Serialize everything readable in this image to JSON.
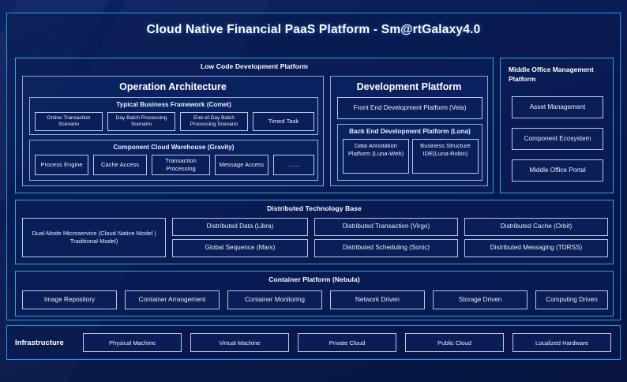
{
  "title": "Cloud Native Financial PaaS Platform - Sm@rtGalaxy4.0",
  "colors": {
    "background": "#0a1f5c",
    "accent_border": "#2196f3",
    "section_border": "#29a8e0",
    "panel_border": "#8fa4cf",
    "chip_border": "#b9c8e8",
    "text": "#ffffff"
  },
  "low_code": {
    "title": "Low Code Development Platform",
    "operation_architecture": {
      "title": "Operation Architecture",
      "typical_business_framework": {
        "title": "Typical Business Framework (Comet)",
        "items": [
          "Online Transaction Scenario",
          "Day Batch Processing Scenario",
          "End-of-Day Batch Processing Scenario",
          "Timed Task"
        ]
      },
      "component_cloud_warehouse": {
        "title": "Component Cloud Warehouse (Gravity)",
        "items": [
          "Process Engine",
          "Cache Access",
          "Transaction Processing",
          "Message Access",
          "……"
        ]
      }
    },
    "development_platform": {
      "title": "Development Platform",
      "front_end": "Front End Development Platform (Vela)",
      "back_end": {
        "title": "Back End Development Platform (Luna)",
        "items": [
          "Data Annotation Platform (Luna-Web)",
          "Business Structure IDE(Luna-Robin)"
        ]
      }
    }
  },
  "middle_office": {
    "title": "Middle Office Management Platform",
    "items": [
      "Asset Management",
      "Component Ecosystem",
      "Middle Office Portal"
    ]
  },
  "distributed_technology_base": {
    "title": "Distributed Technology Base",
    "primary": "Dual-Mode Microservice (Cloud Native Model | Traditional Model)",
    "items": [
      "Distributed Data (Libra)",
      "Global Sequence (Mars)",
      "Distributed Transaction (Virgo)",
      "Distributed Scheduling (Sonic)",
      "Distributed Cache (Orbit)",
      "Distributed Messaging (TDRSS)"
    ]
  },
  "container_platform": {
    "title": "Container Platform (Nebula)",
    "items": [
      "Image Repository",
      "Container Arrangement",
      "Container Monitoring",
      "Network Driven",
      "Storage Driven",
      "Computing Driven"
    ]
  },
  "infrastructure": {
    "label": "Infrastructure",
    "items": [
      "Physical Machine",
      "Virtual Machine",
      "Private Cloud",
      "Public Cloud",
      "Localized Hardware"
    ]
  }
}
